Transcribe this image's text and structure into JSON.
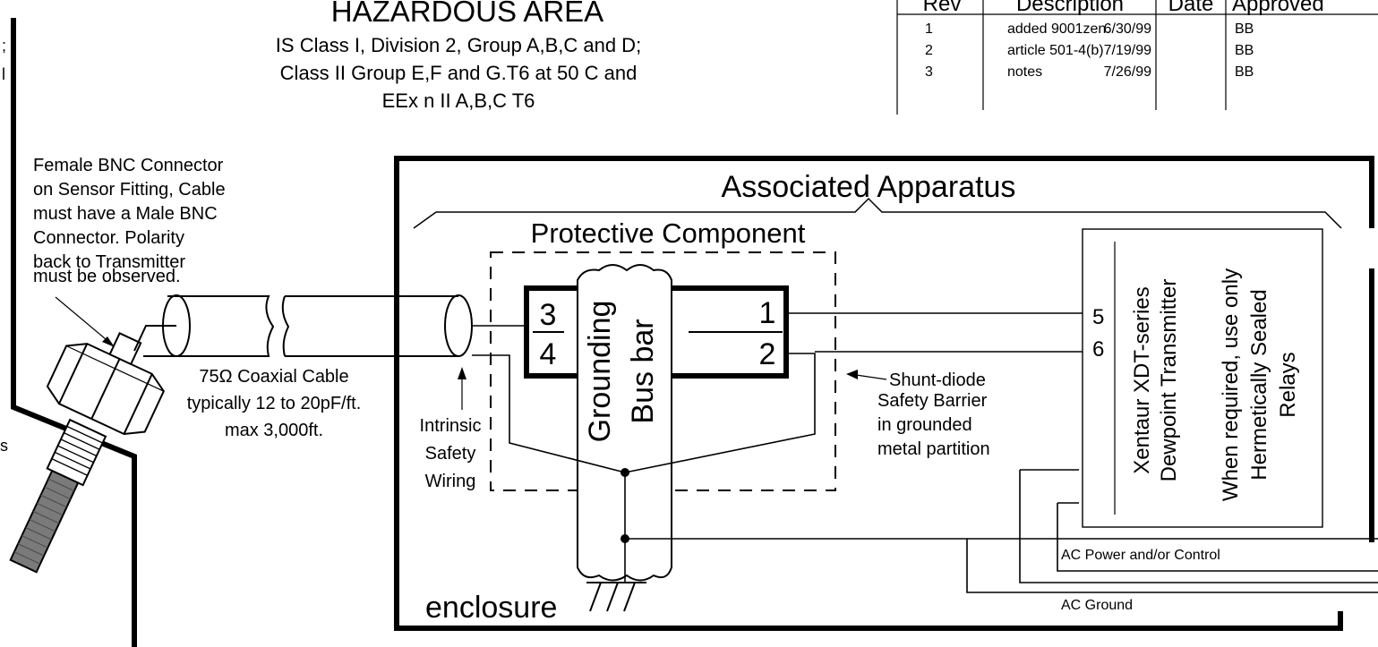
{
  "header": {
    "title": "HAZARDOUS AREA",
    "lines": [
      "IS Class I, Division 2, Group A,B,C and D;",
      "Class II Group E,F and G.T6 at 50 C and",
      "EEx n II A,B,C T6"
    ],
    "left_fragments": [
      ";",
      "l",
      "s"
    ]
  },
  "revision_table": {
    "columns": [
      "Rev",
      "Description",
      "Date",
      "Approved"
    ],
    "rows": [
      [
        "1",
        "added 9001zen.",
        "6/30/99",
        "BB"
      ],
      [
        "2",
        "article 501-4(b)",
        "7/19/99",
        "BB"
      ],
      [
        "3",
        "notes",
        "7/26/99",
        "BB"
      ]
    ]
  },
  "notes": {
    "bnc": [
      "Female BNC Connector",
      "on Sensor Fitting, Cable",
      "must have a Male BNC",
      "Connector. Polarity",
      "back to Transmitter",
      "must be observed."
    ],
    "cable": [
      "75Ω Coaxial Cable",
      "typically 12 to 20pF/ft.",
      "max 3,000ft."
    ],
    "is_wiring": [
      "Intrinsic",
      "Safety",
      "Wiring"
    ],
    "barrier": [
      "Shunt-diode",
      "Safety Barrier",
      "in grounded",
      "metal partition"
    ]
  },
  "labels": {
    "associated_apparatus": "Associated Apparatus",
    "protective_component": "Protective Component",
    "grounding_bus_bar": [
      "Grounding",
      "Bus bar"
    ],
    "terminal_3": "3",
    "terminal_4": "4",
    "terminal_1": "1",
    "terminal_2": "2",
    "transmitter_5": "5",
    "transmitter_6": "6",
    "transmitter_text": [
      "Xentaur XDT-series",
      "Dewpoint Transmitter"
    ],
    "relay_text": [
      "When required, use  only",
      "Hermetically Sealed",
      "Relays"
    ],
    "ac_power": "AC Power and/or Control",
    "ac_ground": "AC Ground",
    "enclosure": "enclosure"
  }
}
